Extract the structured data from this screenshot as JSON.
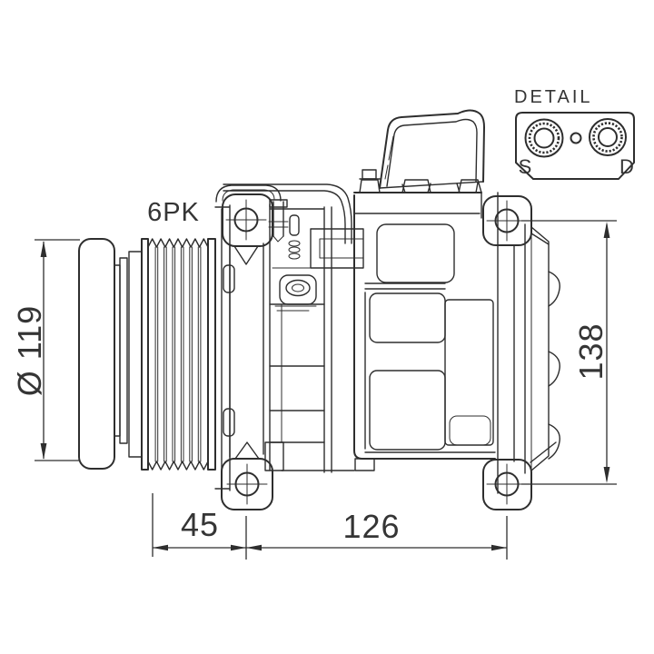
{
  "drawing": {
    "pulley_label": "6PK",
    "dimensions": {
      "pulley_diameter": "Ø 119",
      "mount_height": "138",
      "pulley_to_front_mount": "45",
      "mount_spacing": "126"
    },
    "detail_inset": {
      "title": "DETAIL",
      "suction_label": "S",
      "discharge_label": "D"
    },
    "colors": {
      "line": "#2e2e2e",
      "background": "#ffffff"
    }
  }
}
